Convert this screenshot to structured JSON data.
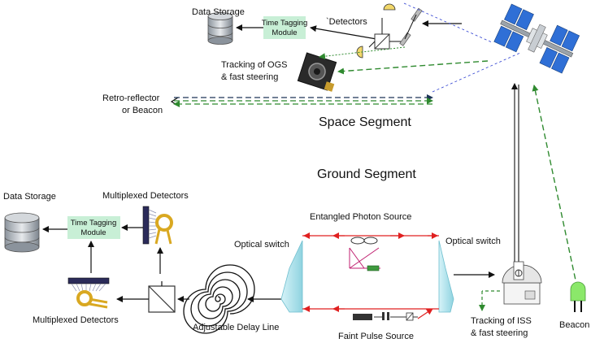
{
  "space": {
    "data_storage": "Data Storage",
    "time_tagging": [
      "Time Tagging",
      "Module"
    ],
    "detectors": "`Detectors",
    "tracking": [
      "Tracking of OGS",
      "& fast steering"
    ],
    "retro": [
      "Retro-reflector",
      "or Beacon"
    ],
    "segment_title": "Space Segment"
  },
  "ground": {
    "segment_title": "Ground Segment",
    "data_storage": "Data Storage",
    "time_tagging": [
      "Time Tagging",
      "Module"
    ],
    "mux_top": "Multiplexed Detectors",
    "mux_bottom": "Multiplexed Detectors",
    "entangled": "Entangled Photon Source",
    "switch_left": "Optical switch",
    "switch_right": "Optical switch",
    "delay": "Adjustable Delay Line",
    "faint": "Faint  Pulse Source",
    "tracking": [
      "Tracking of ISS",
      "& fast steering"
    ],
    "beacon": "Beacon"
  },
  "colors": {
    "module_fill": "#c8efd6",
    "red_beam": "#e02020",
    "green_beam": "#2f8a2f",
    "navy_beam": "#1d3557",
    "switch_fill": "#a9e2ec",
    "iss_panel": "#2f6fd6",
    "fiber_gold": "#d9a821"
  }
}
